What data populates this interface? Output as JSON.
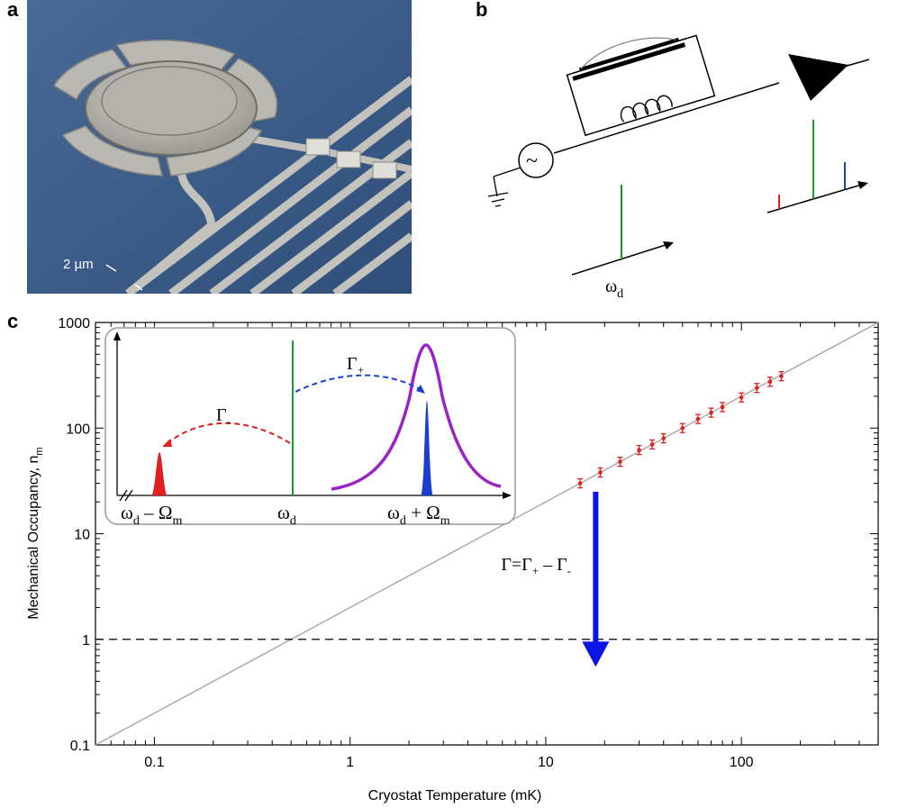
{
  "panel_labels": {
    "a": "a",
    "b": "b",
    "c": "c"
  },
  "panel_a": {
    "scale_bar": "2 µm",
    "colors": {
      "background": "#3f5f8c",
      "metal": "#c8c6c0"
    }
  },
  "panel_b": {
    "drive_freq_label": "ω",
    "drive_freq_sub": "d",
    "colors": {
      "red": "#e02020",
      "green": "#1a9a2a",
      "blue": "#1a3fd0"
    }
  },
  "chart_data": {
    "type": "scatter",
    "xlabel": "Cryostat Temperature (mK)",
    "ylabel": "Mechanical Occupancy, n",
    "ylabel_sub": "m",
    "xscale": "log",
    "yscale": "log",
    "xlim": [
      0.05,
      500
    ],
    "ylim": [
      0.1,
      1000
    ],
    "x_ticks": [
      "0.1",
      "1",
      "10",
      "100"
    ],
    "y_ticks": [
      "0.1",
      "1",
      "10",
      "100",
      "1000"
    ],
    "series": [
      {
        "x": [
          15,
          19,
          24,
          30,
          35,
          40,
          50,
          60,
          70,
          80,
          100,
          120,
          140,
          160
        ],
        "y": [
          30,
          38,
          48,
          62,
          70,
          80,
          100,
          122,
          140,
          158,
          195,
          240,
          275,
          310
        ],
        "color": "#e02020"
      }
    ],
    "reference_line": {
      "x": [
        0.05,
        500
      ],
      "y": [
        0.1,
        1000
      ],
      "color": "#aaaaaa"
    },
    "dashed_line_y": 1,
    "arrow": {
      "x": 18,
      "from_y": 25,
      "to_y": 0.55,
      "color": "#0a14e6",
      "label_pre": "Γ=Γ",
      "label_sub1": "+",
      "label_mid": " – Γ",
      "label_sub2": "-"
    },
    "inset": {
      "labels": {
        "left_freq": "ω",
        "left_freq_sub": "d",
        "left_freq_tail": " – Ω",
        "left_freq_tail_sub": "m",
        "center_freq": "ω",
        "center_freq_sub": "d",
        "right_freq": "ω",
        "right_freq_sub": "d",
        "right_freq_tail": " + Ω",
        "right_freq_tail_sub": "m",
        "gamma_minus": "Γ",
        "gamma_minus_sub": "-",
        "gamma_plus": "Γ",
        "gamma_plus_sub": "+"
      },
      "colors": {
        "red": "#e02020",
        "green": "#1a9a2a",
        "blue": "#1a3fd0",
        "purple": "#9a22c8"
      }
    }
  }
}
